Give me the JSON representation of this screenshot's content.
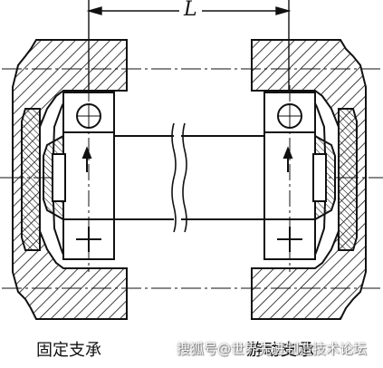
{
  "dimension": {
    "label": "L"
  },
  "captions": {
    "left": "固定支承",
    "right": "游动支承"
  },
  "watermark": "搜狐号@世界先进制造技术论坛",
  "colors": {
    "line": "#111111",
    "background": "#ffffff"
  }
}
